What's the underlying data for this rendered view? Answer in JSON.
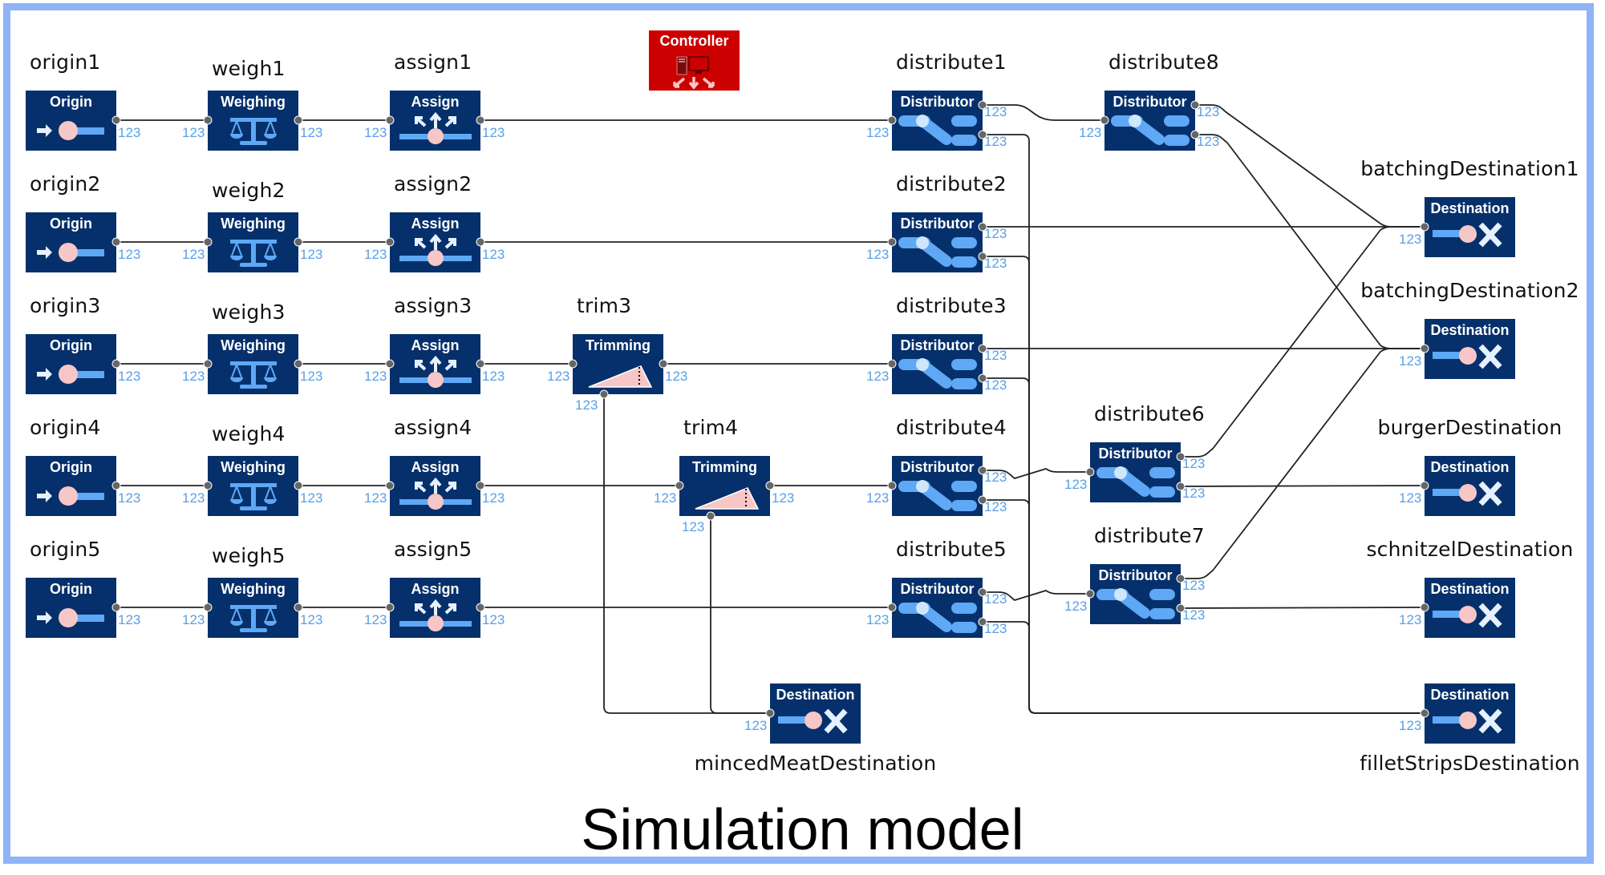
{
  "diagram_title": "Simulation model",
  "port_label": "123",
  "colors": {
    "block_bg": "#06306b",
    "controller_bg": "#cc0000",
    "port_text": "#5aa0e6",
    "frame": "#8fb3f5",
    "connector": "#222222",
    "port_dot": "#666666",
    "icon_blue": "#5ea8f5",
    "icon_pink": "#f7c6c6"
  },
  "controller": {
    "title": "Controller",
    "icon": "controller-icon"
  },
  "blocks": [
    {
      "id": "origin1",
      "name": "origin1",
      "type": "Origin",
      "icon": "origin-icon"
    },
    {
      "id": "origin2",
      "name": "origin2",
      "type": "Origin",
      "icon": "origin-icon"
    },
    {
      "id": "origin3",
      "name": "origin3",
      "type": "Origin",
      "icon": "origin-icon"
    },
    {
      "id": "origin4",
      "name": "origin4",
      "type": "Origin",
      "icon": "origin-icon"
    },
    {
      "id": "origin5",
      "name": "origin5",
      "type": "Origin",
      "icon": "origin-icon"
    },
    {
      "id": "weigh1",
      "name": "weigh1",
      "type": "Weighing",
      "icon": "scale-icon"
    },
    {
      "id": "weigh2",
      "name": "weigh2",
      "type": "Weighing",
      "icon": "scale-icon"
    },
    {
      "id": "weigh3",
      "name": "weigh3",
      "type": "Weighing",
      "icon": "scale-icon"
    },
    {
      "id": "weigh4",
      "name": "weigh4",
      "type": "Weighing",
      "icon": "scale-icon"
    },
    {
      "id": "weigh5",
      "name": "weigh5",
      "type": "Weighing",
      "icon": "scale-icon"
    },
    {
      "id": "assign1",
      "name": "assign1",
      "type": "Assign",
      "icon": "assign-icon"
    },
    {
      "id": "assign2",
      "name": "assign2",
      "type": "Assign",
      "icon": "assign-icon"
    },
    {
      "id": "assign3",
      "name": "assign3",
      "type": "Assign",
      "icon": "assign-icon"
    },
    {
      "id": "assign4",
      "name": "assign4",
      "type": "Assign",
      "icon": "assign-icon"
    },
    {
      "id": "assign5",
      "name": "assign5",
      "type": "Assign",
      "icon": "assign-icon"
    },
    {
      "id": "trim3",
      "name": "trim3",
      "type": "Trimming",
      "icon": "trimming-icon"
    },
    {
      "id": "trim4",
      "name": "trim4",
      "type": "Trimming",
      "icon": "trimming-icon"
    },
    {
      "id": "distribute1",
      "name": "distribute1",
      "type": "Distributor",
      "icon": "distributor-icon"
    },
    {
      "id": "distribute2",
      "name": "distribute2",
      "type": "Distributor",
      "icon": "distributor-icon"
    },
    {
      "id": "distribute3",
      "name": "distribute3",
      "type": "Distributor",
      "icon": "distributor-icon"
    },
    {
      "id": "distribute4",
      "name": "distribute4",
      "type": "Distributor",
      "icon": "distributor-icon"
    },
    {
      "id": "distribute5",
      "name": "distribute5",
      "type": "Distributor",
      "icon": "distributor-icon"
    },
    {
      "id": "distribute6",
      "name": "distribute6",
      "type": "Distributor",
      "icon": "distributor-icon"
    },
    {
      "id": "distribute7",
      "name": "distribute7",
      "type": "Distributor",
      "icon": "distributor-icon"
    },
    {
      "id": "distribute8",
      "name": "distribute8",
      "type": "Distributor",
      "icon": "distributor-icon"
    },
    {
      "id": "batchingDestination1",
      "name": "batchingDestination1",
      "type": "Destination",
      "icon": "destination-icon"
    },
    {
      "id": "batchingDestination2",
      "name": "batchingDestination2",
      "type": "Destination",
      "icon": "destination-icon"
    },
    {
      "id": "burgerDestination",
      "name": "burgerDestination",
      "type": "Destination",
      "icon": "destination-icon"
    },
    {
      "id": "schnitzelDestination",
      "name": "schnitzelDestination",
      "type": "Destination",
      "icon": "destination-icon"
    },
    {
      "id": "filletStripsDestination",
      "name": "filletStripsDestination",
      "type": "Destination",
      "icon": "destination-icon"
    },
    {
      "id": "mincedMeatDestination",
      "name": "mincedMeatDestination",
      "type": "Destination",
      "icon": "destination-icon"
    }
  ],
  "connections": [
    {
      "from": "origin1",
      "to": "weigh1"
    },
    {
      "from": "origin2",
      "to": "weigh2"
    },
    {
      "from": "origin3",
      "to": "weigh3"
    },
    {
      "from": "origin4",
      "to": "weigh4"
    },
    {
      "from": "origin5",
      "to": "weigh5"
    },
    {
      "from": "weigh1",
      "to": "assign1"
    },
    {
      "from": "weigh2",
      "to": "assign2"
    },
    {
      "from": "weigh3",
      "to": "assign3"
    },
    {
      "from": "weigh4",
      "to": "assign4"
    },
    {
      "from": "weigh5",
      "to": "assign5"
    },
    {
      "from": "assign1",
      "to": "distribute1"
    },
    {
      "from": "assign2",
      "to": "distribute2"
    },
    {
      "from": "assign3",
      "to": "trim3"
    },
    {
      "from": "assign4",
      "to": "trim4"
    },
    {
      "from": "assign5",
      "to": "distribute5"
    },
    {
      "from": "trim3",
      "to": "distribute3"
    },
    {
      "from": "trim4",
      "to": "distribute4"
    },
    {
      "from": "trim3",
      "from_port": "bottom",
      "to": "mincedMeatDestination"
    },
    {
      "from": "trim4",
      "from_port": "bottom",
      "to": "mincedMeatDestination"
    },
    {
      "from": "distribute1",
      "from_port": "out1",
      "to": "distribute8"
    },
    {
      "from": "distribute1",
      "from_port": "out2",
      "to": "filletStripsDestination"
    },
    {
      "from": "distribute2",
      "from_port": "out1",
      "to": "batchingDestination1"
    },
    {
      "from": "distribute2",
      "from_port": "out2",
      "to": "filletStripsDestination"
    },
    {
      "from": "distribute3",
      "from_port": "out1",
      "to": "batchingDestination2"
    },
    {
      "from": "distribute3",
      "from_port": "out2",
      "to": "filletStripsDestination"
    },
    {
      "from": "distribute4",
      "from_port": "out1",
      "to": "distribute6"
    },
    {
      "from": "distribute4",
      "from_port": "out2",
      "to": "filletStripsDestination"
    },
    {
      "from": "distribute5",
      "from_port": "out1",
      "to": "distribute7"
    },
    {
      "from": "distribute5",
      "from_port": "out2",
      "to": "filletStripsDestination"
    },
    {
      "from": "distribute8",
      "from_port": "out1",
      "to": "batchingDestination1"
    },
    {
      "from": "distribute8",
      "from_port": "out2",
      "to": "batchingDestination2"
    },
    {
      "from": "distribute6",
      "from_port": "out1",
      "to": "batchingDestination1"
    },
    {
      "from": "distribute6",
      "from_port": "out2",
      "to": "burgerDestination"
    },
    {
      "from": "distribute7",
      "from_port": "out1",
      "to": "batchingDestination2"
    },
    {
      "from": "distribute7",
      "from_port": "out2",
      "to": "schnitzelDestination"
    }
  ]
}
